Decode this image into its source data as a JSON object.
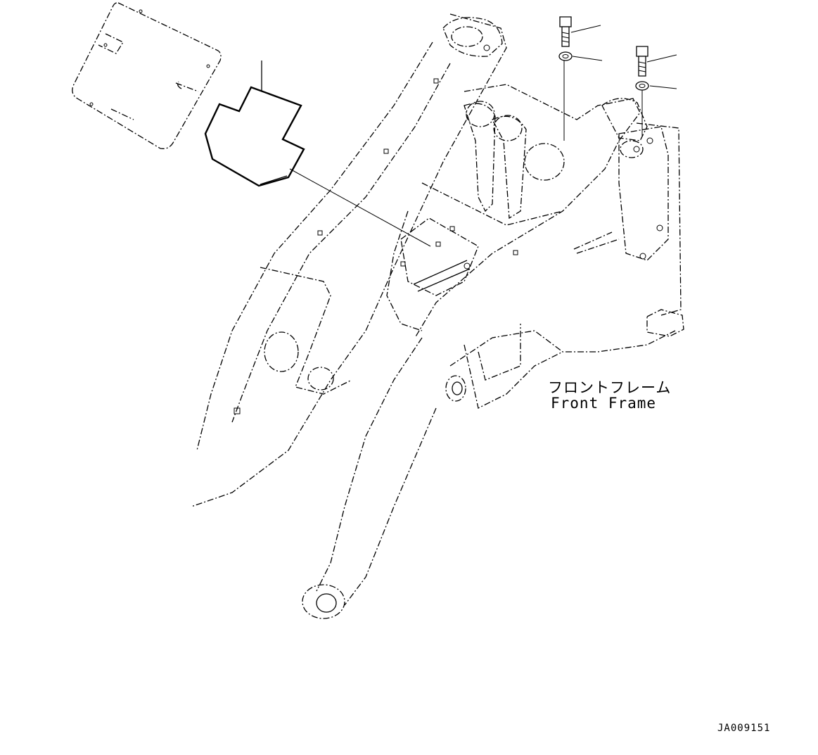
{
  "frame_label": {
    "japanese": "フロントフレーム",
    "english": "Front Frame"
  },
  "drawing_code": "JA009151",
  "icons": [
    "bolt-icon",
    "washer-icon",
    "cover-plate-icon",
    "front-frame-drawing"
  ]
}
